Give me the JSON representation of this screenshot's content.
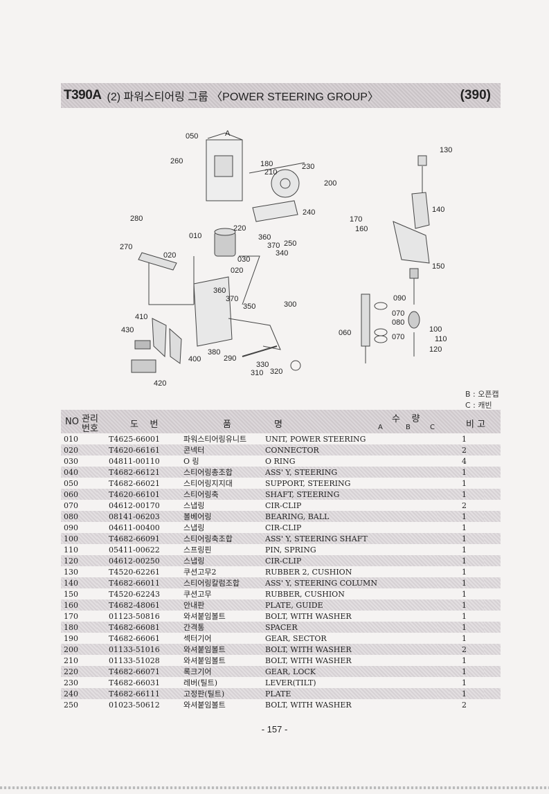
{
  "header": {
    "model": "T390A",
    "title": "(2) 파워스티어링 그룹 〈POWER STEERING GROUP〉",
    "page_code": "(390)"
  },
  "diagram_labels": [
    "050",
    "A",
    "260",
    "180",
    "210",
    "230",
    "200",
    "280",
    "220",
    "240",
    "010",
    "360",
    "370",
    "250",
    "340",
    "270",
    "020",
    "030",
    "020",
    "360",
    "370",
    "350",
    "300",
    "410",
    "430",
    "400",
    "380",
    "290",
    "330",
    "310",
    "320",
    "420",
    "130",
    "140",
    "170",
    "160",
    "150",
    "090",
    "070",
    "080",
    "060",
    "070",
    "100",
    "110",
    "120"
  ],
  "legend": {
    "b": "B : 오픈캡",
    "c": "C : 캐빈"
  },
  "table_header": {
    "no": "NO",
    "mgmt_top": "관리",
    "mgmt_bottom": "번호",
    "part_no": "도    번",
    "name_left": "품",
    "name_right": "명",
    "qty": "수    량",
    "qa": "A",
    "qb": "B",
    "qc": "C",
    "remark": "비 고"
  },
  "rows": [
    {
      "no": "010",
      "part": "T4625-66001",
      "kor": "파워스티어링유니트",
      "eng": "UNIT, POWER STEERING",
      "qty": "1"
    },
    {
      "no": "020",
      "part": "T4620-66161",
      "kor": "콘넥터",
      "eng": "CONNECTOR",
      "qty": "2"
    },
    {
      "no": "030",
      "part": "04811-00110",
      "kor": "O 링",
      "eng": "O RING",
      "qty": "4"
    },
    {
      "no": "040",
      "part": "T4682-66121",
      "kor": "스티어링총조합",
      "eng": "ASS' Y, STEERING",
      "qty": "1"
    },
    {
      "no": "050",
      "part": "T4682-66021",
      "kor": "스티어링지지대",
      "eng": "SUPPORT, STEERING",
      "qty": "1"
    },
    {
      "no": "060",
      "part": "T4620-66101",
      "kor": "스티어링축",
      "eng": "SHAFT, STEERING",
      "qty": "1"
    },
    {
      "no": "070",
      "part": "04612-00170",
      "kor": "스냅링",
      "eng": "CIR-CLIP",
      "qty": "2"
    },
    {
      "no": "080",
      "part": "08141-06203",
      "kor": "볼베어링",
      "eng": "BEARING, BALL",
      "qty": "1"
    },
    {
      "no": "090",
      "part": "04611-00400",
      "kor": "스냅링",
      "eng": "CIR-CLIP",
      "qty": "1"
    },
    {
      "no": "100",
      "part": "T4682-66091",
      "kor": "스티어링축조합",
      "eng": "ASS' Y, STEERING SHAFT",
      "qty": "1"
    },
    {
      "no": "110",
      "part": "05411-00622",
      "kor": "스프링핀",
      "eng": "PIN, SPRING",
      "qty": "1"
    },
    {
      "no": "120",
      "part": "04612-00250",
      "kor": "스냅링",
      "eng": "CIR-CLIP",
      "qty": "1"
    },
    {
      "no": "130",
      "part": "T4520-62261",
      "kor": "쿠션고무2",
      "eng": "RUBBER 2, CUSHION",
      "qty": "1"
    },
    {
      "no": "140",
      "part": "T4682-66011",
      "kor": "스티어링칼럼조합",
      "eng": "ASS' Y, STEERING COLUMN",
      "qty": "1"
    },
    {
      "no": "150",
      "part": "T4520-62243",
      "kor": "쿠션고무",
      "eng": "RUBBER, CUSHION",
      "qty": "1"
    },
    {
      "no": "160",
      "part": "T4682-48061",
      "kor": "안내판",
      "eng": "PLATE, GUIDE",
      "qty": "1"
    },
    {
      "no": "170",
      "part": "01123-50816",
      "kor": "와셔붙임볼트",
      "eng": "BOLT, WITH WASHER",
      "qty": "1"
    },
    {
      "no": "180",
      "part": "T4682-66081",
      "kor": "간격통",
      "eng": "SPACER",
      "qty": "1"
    },
    {
      "no": "190",
      "part": "T4682-66061",
      "kor": "섹터기어",
      "eng": "GEAR, SECTOR",
      "qty": "1"
    },
    {
      "no": "200",
      "part": "01133-51016",
      "kor": "와셔붙임볼트",
      "eng": "BOLT, WITH WASHER",
      "qty": "2"
    },
    {
      "no": "210",
      "part": "01133-51028",
      "kor": "와셔붙임볼트",
      "eng": "BOLT, WITH WASHER",
      "qty": "1"
    },
    {
      "no": "220",
      "part": "T4682-66071",
      "kor": "록크기어",
      "eng": "GEAR, LOCK",
      "qty": "1"
    },
    {
      "no": "230",
      "part": "T4682-66031",
      "kor": "레버(틸트)",
      "eng": "LEVER(TILT)",
      "qty": "1"
    },
    {
      "no": "240",
      "part": "T4682-66111",
      "kor": "고정판(틸트)",
      "eng": "PLATE",
      "qty": "1"
    },
    {
      "no": "250",
      "part": "01023-50612",
      "kor": "와셔붙임볼트",
      "eng": "BOLT, WITH WASHER",
      "qty": "2"
    }
  ],
  "footer": {
    "page": "- 157 -"
  }
}
